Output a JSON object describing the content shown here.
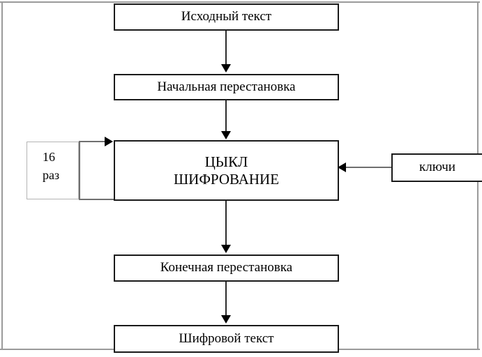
{
  "diagram": {
    "title_text": "",
    "colors": {
      "box_border": "#1a1a1a",
      "repeat_border": "#b4b4b4",
      "connector": "#2b2b2b",
      "connector_gray": "#6f6f6f",
      "frame": "#9a9a9a",
      "background": "#ffffff",
      "text": "#000000"
    },
    "nodes": {
      "plaintext": "Исходный текст",
      "initial_permutation": "Начальная перестановка",
      "cycle": "ЦЫКЛ\nШИФРОВАНИЕ",
      "final_permutation": "Конечная перестановка",
      "ciphertext": "Шифровой текст",
      "keys": "ключи",
      "repeat": "16\nраз"
    },
    "edges": [
      {
        "from": "plaintext",
        "to": "initial_permutation",
        "direction": "down"
      },
      {
        "from": "initial_permutation",
        "to": "cycle",
        "direction": "down"
      },
      {
        "from": "cycle",
        "to": "final_permutation",
        "direction": "down"
      },
      {
        "from": "final_permutation",
        "to": "ciphertext",
        "direction": "down"
      },
      {
        "from": "keys",
        "to": "cycle",
        "direction": "left"
      },
      {
        "from": "cycle",
        "to": "cycle",
        "direction": "loop",
        "label": "16\nраз"
      }
    ]
  }
}
